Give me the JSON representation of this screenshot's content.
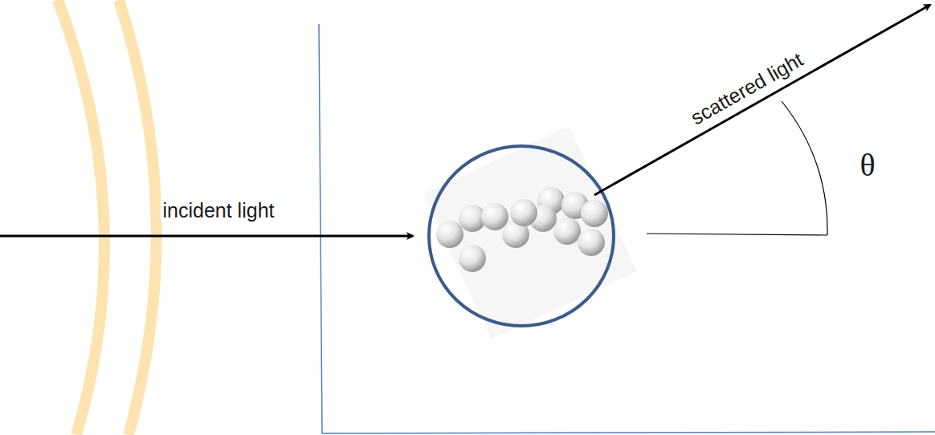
{
  "diagram": {
    "labels": [
      "incident light",
      "scattered light",
      "θ"
    ]
  }
}
